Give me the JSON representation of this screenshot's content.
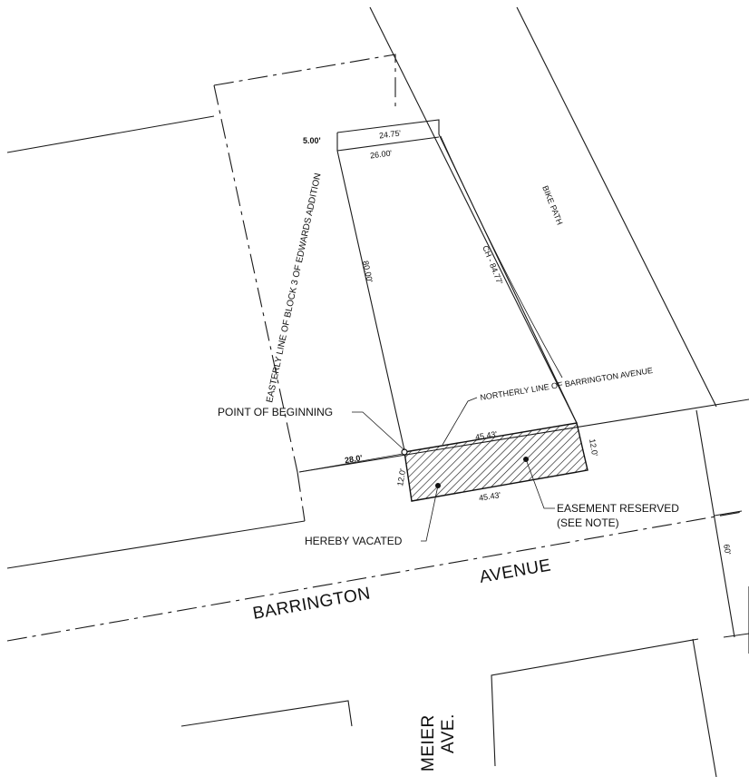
{
  "labels": {
    "top_dim_upper": "24.75'",
    "top_dim_lower": "26.00'",
    "left_offset": "5.00'",
    "bike_path": "BIKE PATH",
    "west_side": "80.00'",
    "chord": "CH - 84.77'",
    "block_line": "EASTERLY LINE OF BLOCK 3 OF EDWARDS ADDITION",
    "northerly_line": "NORTHERLY LINE OF BARRINGTON AVENUE",
    "point_of_beginning": "POINT OF BEGINNING",
    "dim_28": "28.0'",
    "dim_top_45": "45.43'",
    "dim_bottom_45": "45.43'",
    "dim_left_12": "12.0'",
    "dim_right_12": "12.0'",
    "easement": "EASEMENT RESERVED",
    "see_note": "(SEE NOTE)",
    "hereby_vacated": "HEREBY VACATED",
    "row_width": "60'",
    "street_word_1": "BARRINGTON",
    "street_word_2": "AVENUE",
    "cross_street_1": "MEIER",
    "cross_street_2": "AVE."
  }
}
